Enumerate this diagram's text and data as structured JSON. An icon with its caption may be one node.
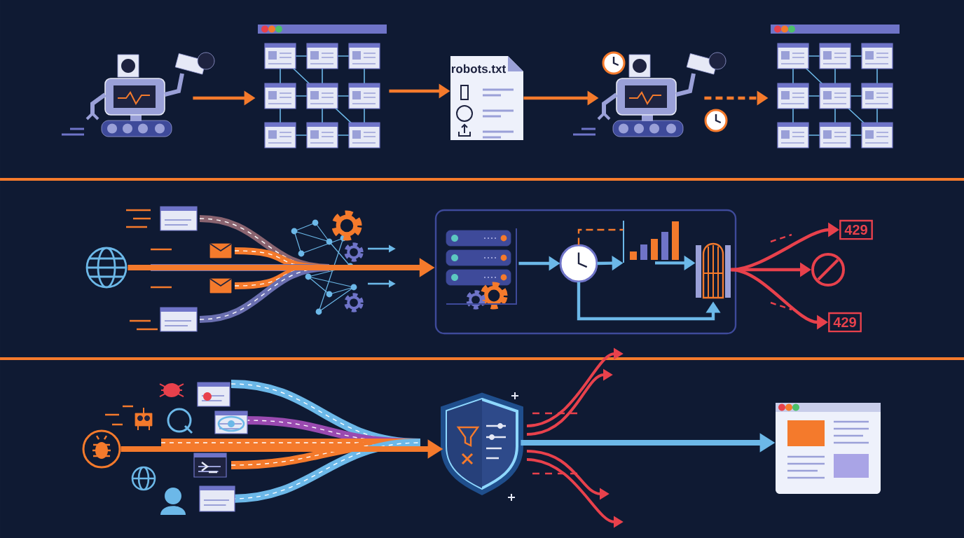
{
  "diagram": {
    "nodes": [
      {
        "text": [],
        "shape": "picture"
      },
      {
        "text": [],
        "shape": "picture"
      },
      {
        "text": [
          "robots.txt"
        ]
      },
      {
        "text": [],
        "shape": "picture"
      },
      {
        "text": [],
        "shape": "picture"
      },
      {
        "text": [],
        "shape": "picture"
      },
      {
        "text": [],
        "shape": "box"
      },
      {
        "text": [],
        "shape": "picture",
        "in": 6
      },
      {
        "text": [],
        "shape": "picture",
        "in": 6
      },
      {
        "text": [],
        "shape": "picture",
        "in": 6
      },
      {
        "text": [],
        "shape": "picture",
        "in": 6
      },
      {
        "text": [
          "429"
        ]
      },
      {
        "text": [],
        "shape": "circle"
      },
      {
        "text": [
          "429"
        ]
      },
      {
        "text": [],
        "shape": "picture"
      },
      {
        "text": [],
        "shape": "picture"
      },
      {
        "text": [],
        "shape": "picture"
      }
    ],
    "edges": [
      {
        "from": 0,
        "to": 1,
        "arrow": "to"
      },
      {
        "from": 1,
        "to": 2,
        "arrow": "to"
      },
      {
        "from": 2,
        "to": 3,
        "arrow": "to"
      },
      {
        "from": 3,
        "to": 4,
        "arrow": "to",
        "style": "dashed"
      },
      {
        "from": 5,
        "to": 6,
        "arrow": "to",
        "style": "thick"
      },
      {
        "from": 7,
        "to": 8,
        "arrow": "to",
        "color": "#6cb8e8"
      },
      {
        "from": 8,
        "to": 9,
        "arrow": "to",
        "color": "#6cb8e8"
      },
      {
        "from": 8,
        "to": 9,
        "arrow": "none",
        "style": "dashed"
      },
      {
        "from": 9,
        "to": 10,
        "arrow": "to",
        "color": "#6cb8e8"
      },
      {
        "from": 8,
        "to": 10,
        "arrow": "to",
        "color": "#6cb8e8"
      },
      {
        "from": 10,
        "to": 11,
        "arrow": "to",
        "color": "#e8414c"
      },
      {
        "from": 10,
        "to": 12,
        "arrow": "to",
        "color": "#e8414c"
      },
      {
        "from": 10,
        "to": 13,
        "arrow": "to",
        "color": "#e8414c"
      },
      {
        "from": 14,
        "to": 15,
        "arrow": "to",
        "style": "thick"
      },
      {
        "from": 15,
        "to": 16,
        "arrow": "to",
        "style": "thick",
        "color": "#6cb8e8"
      }
    ]
  }
}
